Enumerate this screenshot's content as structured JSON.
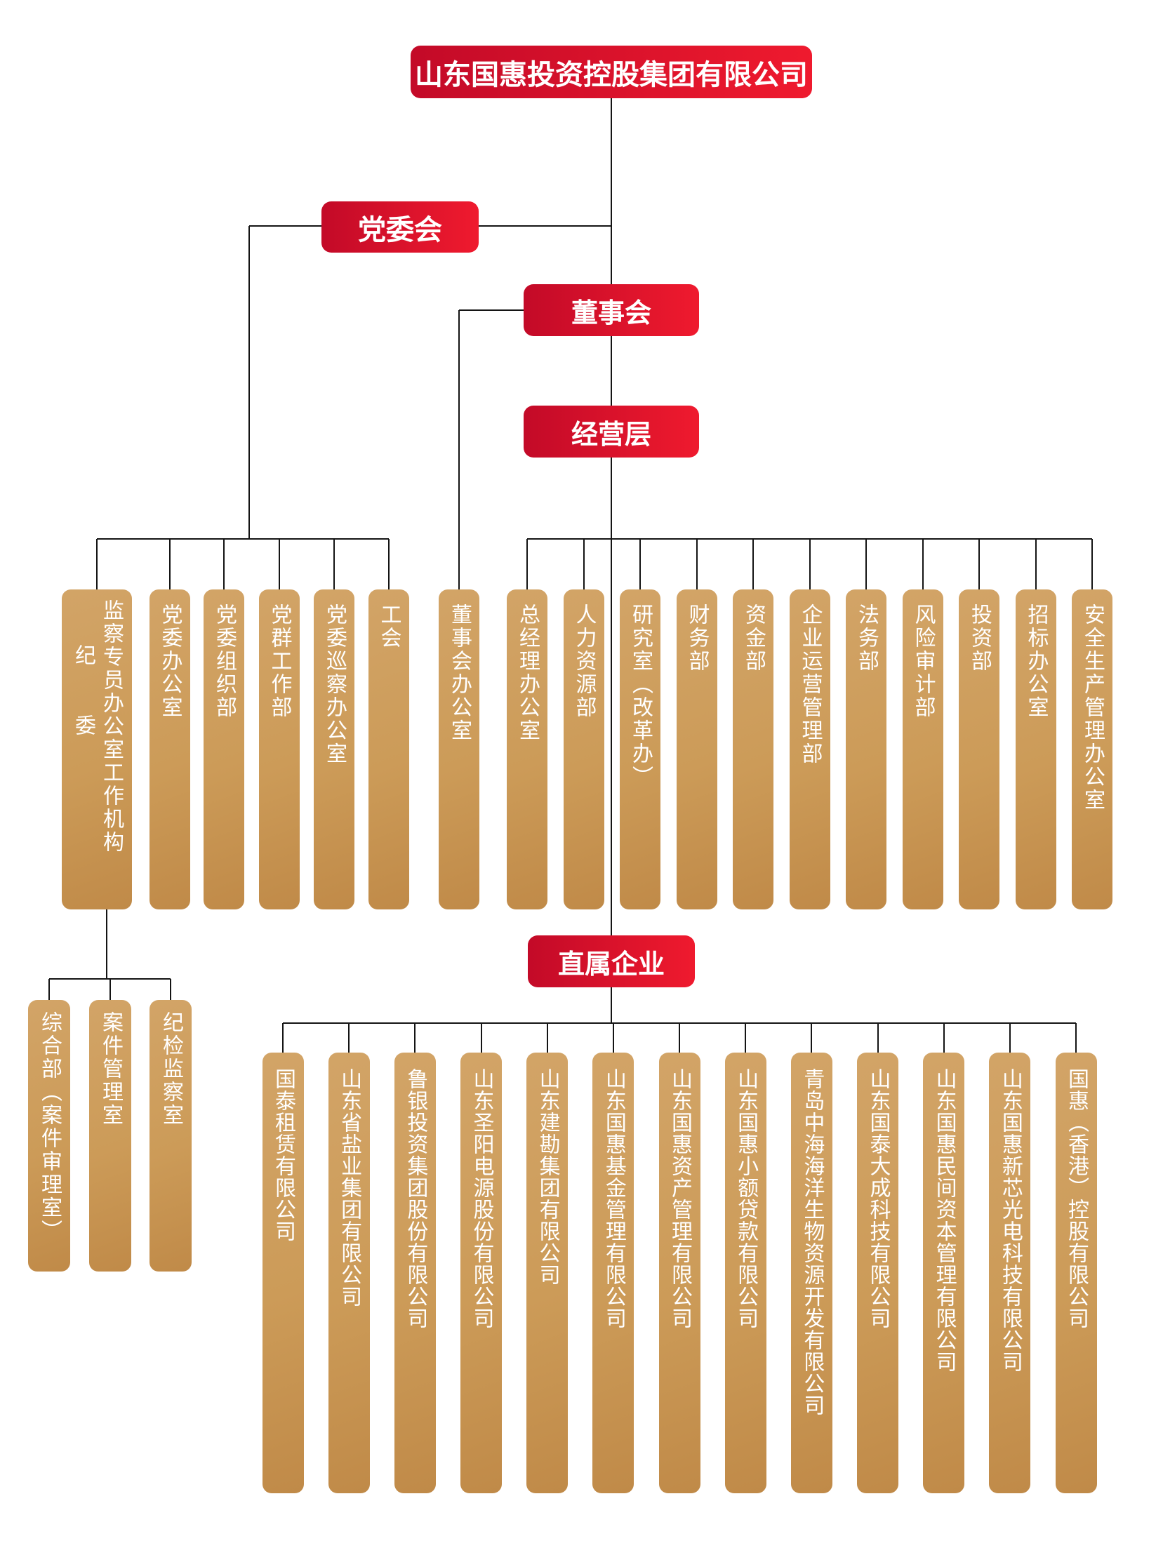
{
  "org": {
    "root": "山东国惠投资控股集团有限公司",
    "party_committee": "党委会",
    "board": "董事会",
    "management": "经营层",
    "direct_enterprises": "直属企业",
    "departments": [
      {
        "label": "监察专员办公室工作机构",
        "label_secondary": "纪委",
        "wide": true,
        "group": "party"
      },
      {
        "label": "党委办公室",
        "group": "party"
      },
      {
        "label": "党委组织部",
        "group": "party"
      },
      {
        "label": "党群工作部",
        "group": "party"
      },
      {
        "label": "党委巡察办公室",
        "group": "party"
      },
      {
        "label": "工会",
        "group": "party"
      },
      {
        "label": "董事会办公室",
        "group": "board"
      },
      {
        "label": "总经理办公室",
        "group": "management"
      },
      {
        "label": "人力资源部",
        "group": "management"
      },
      {
        "label": "研究室（改革办）",
        "group": "management"
      },
      {
        "label": "财务部",
        "group": "management"
      },
      {
        "label": "资金部",
        "group": "management"
      },
      {
        "label": "企业运营管理部",
        "group": "management"
      },
      {
        "label": "法务部",
        "group": "management"
      },
      {
        "label": "风险审计部",
        "group": "management"
      },
      {
        "label": "投资部",
        "group": "management"
      },
      {
        "label": "招标办公室",
        "group": "management"
      },
      {
        "label": "安全生产管理办公室",
        "group": "management"
      }
    ],
    "discipline_sub_offices": [
      {
        "label": "综合部（案件审理室）"
      },
      {
        "label": "案件管理室"
      },
      {
        "label": "纪检监察室"
      }
    ],
    "companies": [
      {
        "label": "国泰租赁有限公司"
      },
      {
        "label": "山东省盐业集团有限公司"
      },
      {
        "label": "鲁银投资集团股份有限公司"
      },
      {
        "label": "山东圣阳电源股份有限公司"
      },
      {
        "label": "山东建勘集团有限公司"
      },
      {
        "label": "山东国惠基金管理有限公司"
      },
      {
        "label": "山东国惠资产管理有限公司"
      },
      {
        "label": "山东国惠小额贷款有限公司"
      },
      {
        "label": "青岛中海海洋生物资源开发有限公司"
      },
      {
        "label": "山东国泰大成科技有限公司"
      },
      {
        "label": "山东国惠民间资本管理有限公司"
      },
      {
        "label": "山东国惠新芯光电科技有限公司"
      },
      {
        "label": "国惠（香港）控股有限公司"
      }
    ]
  },
  "colors": {
    "red_left": "#c30a28",
    "red_right": "#ef1a2e",
    "gold_top": "#d2a467",
    "gold_mid": "#cc9b58",
    "gold_bottom": "#c08a48",
    "line_color": "#141414",
    "text_color": "#ffffff"
  }
}
